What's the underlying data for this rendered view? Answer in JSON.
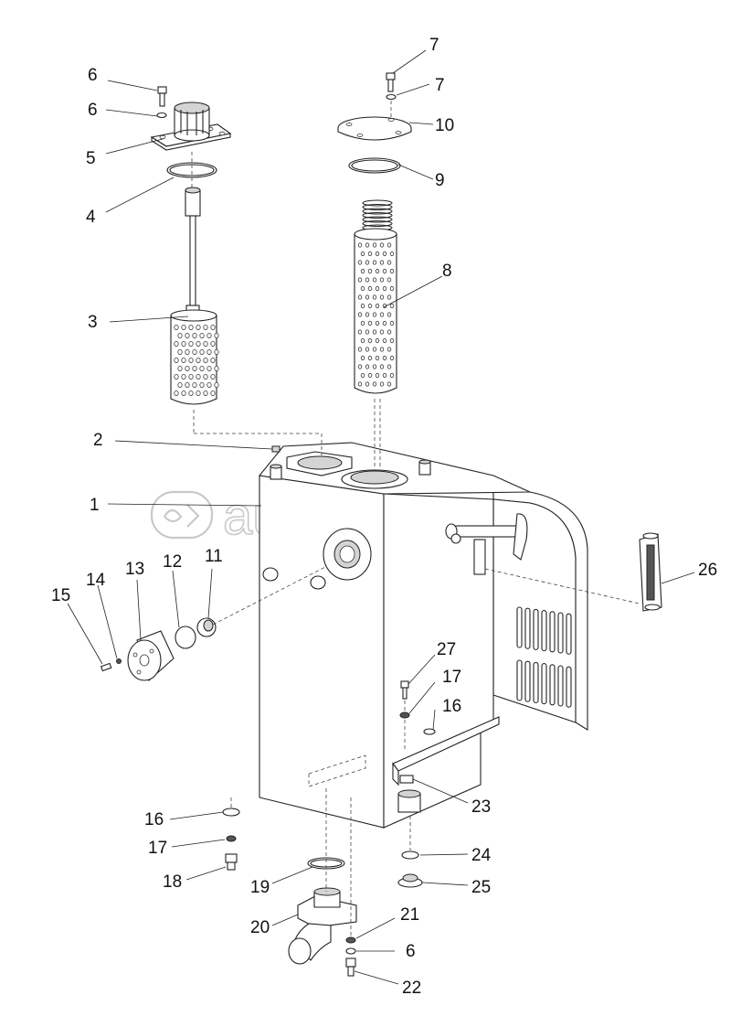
{
  "watermark": {
    "text": "autopiter.ru",
    "icon": "autopiter-logo-icon"
  },
  "callouts": [
    {
      "id": "c1",
      "label": "1"
    },
    {
      "id": "c2",
      "label": "2"
    },
    {
      "id": "c3",
      "label": "3"
    },
    {
      "id": "c4",
      "label": "4"
    },
    {
      "id": "c5",
      "label": "5"
    },
    {
      "id": "c6a",
      "label": "6"
    },
    {
      "id": "c7a",
      "label": "7"
    },
    {
      "id": "c6b",
      "label": "6"
    },
    {
      "id": "c7b",
      "label": "7"
    },
    {
      "id": "c8",
      "label": "8"
    },
    {
      "id": "c9",
      "label": "9"
    },
    {
      "id": "c10",
      "label": "10"
    },
    {
      "id": "c11",
      "label": "11"
    },
    {
      "id": "c12",
      "label": "12"
    },
    {
      "id": "c13",
      "label": "13"
    },
    {
      "id": "c14",
      "label": "14"
    },
    {
      "id": "c15",
      "label": "15"
    },
    {
      "id": "c16a",
      "label": "16"
    },
    {
      "id": "c16b",
      "label": "16"
    },
    {
      "id": "c17a",
      "label": "17"
    },
    {
      "id": "c17b",
      "label": "17"
    },
    {
      "id": "c18",
      "label": "18"
    },
    {
      "id": "c19",
      "label": "19"
    },
    {
      "id": "c20",
      "label": "20"
    },
    {
      "id": "c21",
      "label": "21"
    },
    {
      "id": "c6c",
      "label": "6"
    },
    {
      "id": "c22",
      "label": "22"
    },
    {
      "id": "c23",
      "label": "23"
    },
    {
      "id": "c24",
      "label": "24"
    },
    {
      "id": "c25",
      "label": "25"
    },
    {
      "id": "c26",
      "label": "26"
    },
    {
      "id": "c27",
      "label": "27"
    }
  ]
}
